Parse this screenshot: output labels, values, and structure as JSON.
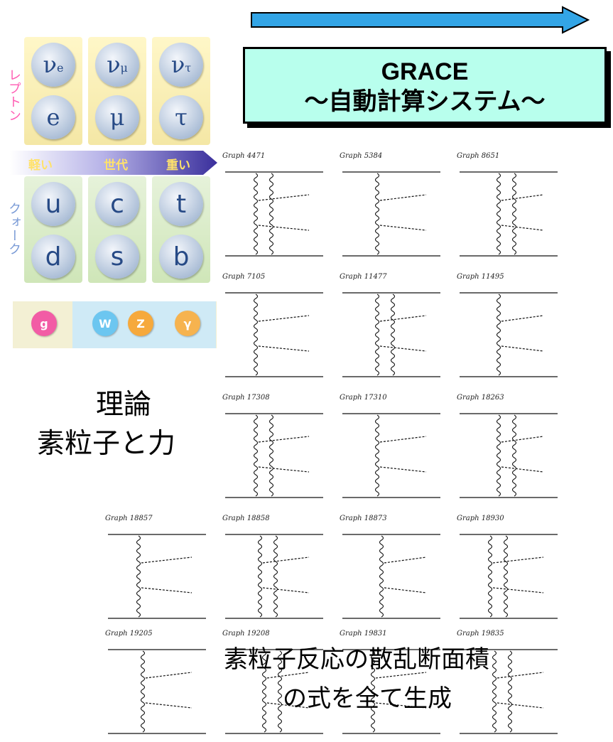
{
  "grace": {
    "title": "GRACE",
    "subtitle": "〜自動計算システム〜"
  },
  "particles": {
    "lepton_label": "レプトン",
    "quark_label": "クォーク",
    "generation": {
      "light": "軽い",
      "generation": "世代",
      "heavy": "重い"
    },
    "leptons_top": [
      "ν_e",
      "ν_μ",
      "ν_τ"
    ],
    "leptons_bottom": [
      "e",
      "μ",
      "τ"
    ],
    "quarks_top": [
      "u",
      "c",
      "t"
    ],
    "quarks_bottom": [
      "d",
      "s",
      "b"
    ],
    "bosons": [
      "g",
      "W",
      "Z",
      "γ"
    ]
  },
  "theory": {
    "line1": "理論",
    "line2": "素粒子と力"
  },
  "generation_text": {
    "line1": "素粒子反応の散乱断面積",
    "line2": "の式を全て生成"
  },
  "diagrams": [
    "Graph 4471",
    "Graph 5384",
    "Graph 8651",
    "Graph 7105",
    "Graph 11477",
    "Graph 11495",
    "Graph 17308",
    "Graph 17310",
    "Graph 18263",
    "Graph 18857",
    "Graph 18858",
    "Graph 18873",
    "Graph 18930",
    "Graph 19205",
    "Graph 19208",
    "Graph 19831",
    "Graph 19835"
  ],
  "colors": {
    "arrow": "#33a5e6",
    "grace_box": "#b8ffed",
    "lepton_label": "#ff5cb3",
    "quark_label": "#7a9bd6",
    "gluon": "#f25ca5",
    "w_boson": "#6cc6f0",
    "z_boson": "#f6a93c",
    "photon": "#f6b34f"
  }
}
